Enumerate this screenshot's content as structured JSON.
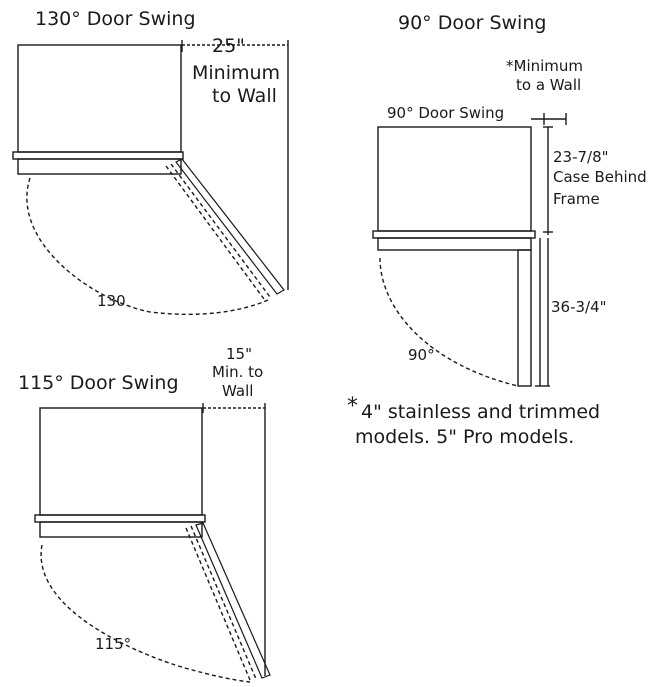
{
  "diagram_a": {
    "title": "130° Door Swing",
    "dimension": "25\"",
    "dimension_caption_line1": "Minimum",
    "dimension_caption_line2": "to Wall",
    "angle_label": "130"
  },
  "diagram_b": {
    "title": "90° Door Swing",
    "inner_title": "90° Door Swing",
    "minimum_line1": "*Minimum",
    "minimum_line2": "to a Wall",
    "case_line1": "23-7/8\"",
    "case_line2": "Case Behind",
    "case_line3": "Frame",
    "height_label": "36-3/4\"",
    "angle_label": "90°"
  },
  "diagram_c": {
    "title": "115° Door Swing",
    "dimension": "15\"",
    "dimension_caption_line1": "Min. to",
    "dimension_caption_line2": "Wall",
    "angle_label": "115°"
  },
  "footnote": {
    "asterisk": "*",
    "line1": "4\" stainless and trimmed",
    "line2": "models. 5\" Pro models."
  }
}
